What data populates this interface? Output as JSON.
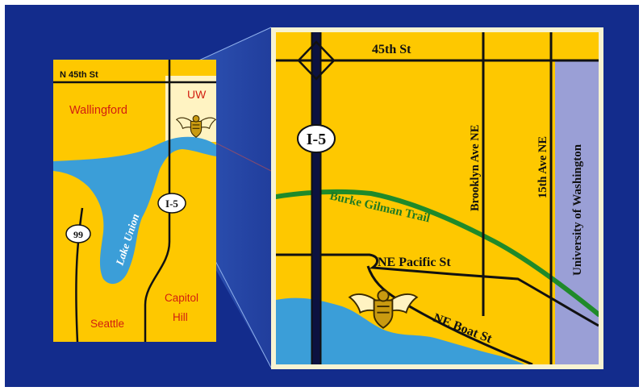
{
  "colors": {
    "background": "#132c8c",
    "land": "#fec800",
    "water": "#3b9ed8",
    "road": "#111111",
    "highway": "#0c1240",
    "trail": "#1f8a2a",
    "campus": "#9a9fd6",
    "uw_area": "#fff3c2",
    "place_label": "#d21e10",
    "frame": "#f7f3d2",
    "connector": "#3a66c8"
  },
  "overview_map": {
    "street_n45th": "N 45th St",
    "neighborhood_wallingford": "Wallingford",
    "area_uw": "UW",
    "lake_union": "Lake Union",
    "highway_i5": "I-5",
    "highway_99": "99",
    "city_seattle": "Seattle",
    "area_capitol": "Capitol",
    "area_hill": "Hill",
    "icon": "husky-crest-icon"
  },
  "detail_map": {
    "street_45th": "45th St",
    "highway_i5": "I-5",
    "street_brooklyn": "Brooklyn Ave NE",
    "street_15th": "15th Ave NE",
    "campus_label": "University of Washington",
    "trail_label": "Burke Gilman Trail",
    "street_pacific": "NE Pacific St",
    "street_boat": "NE Boat St",
    "icon": "husky-crest-icon"
  }
}
